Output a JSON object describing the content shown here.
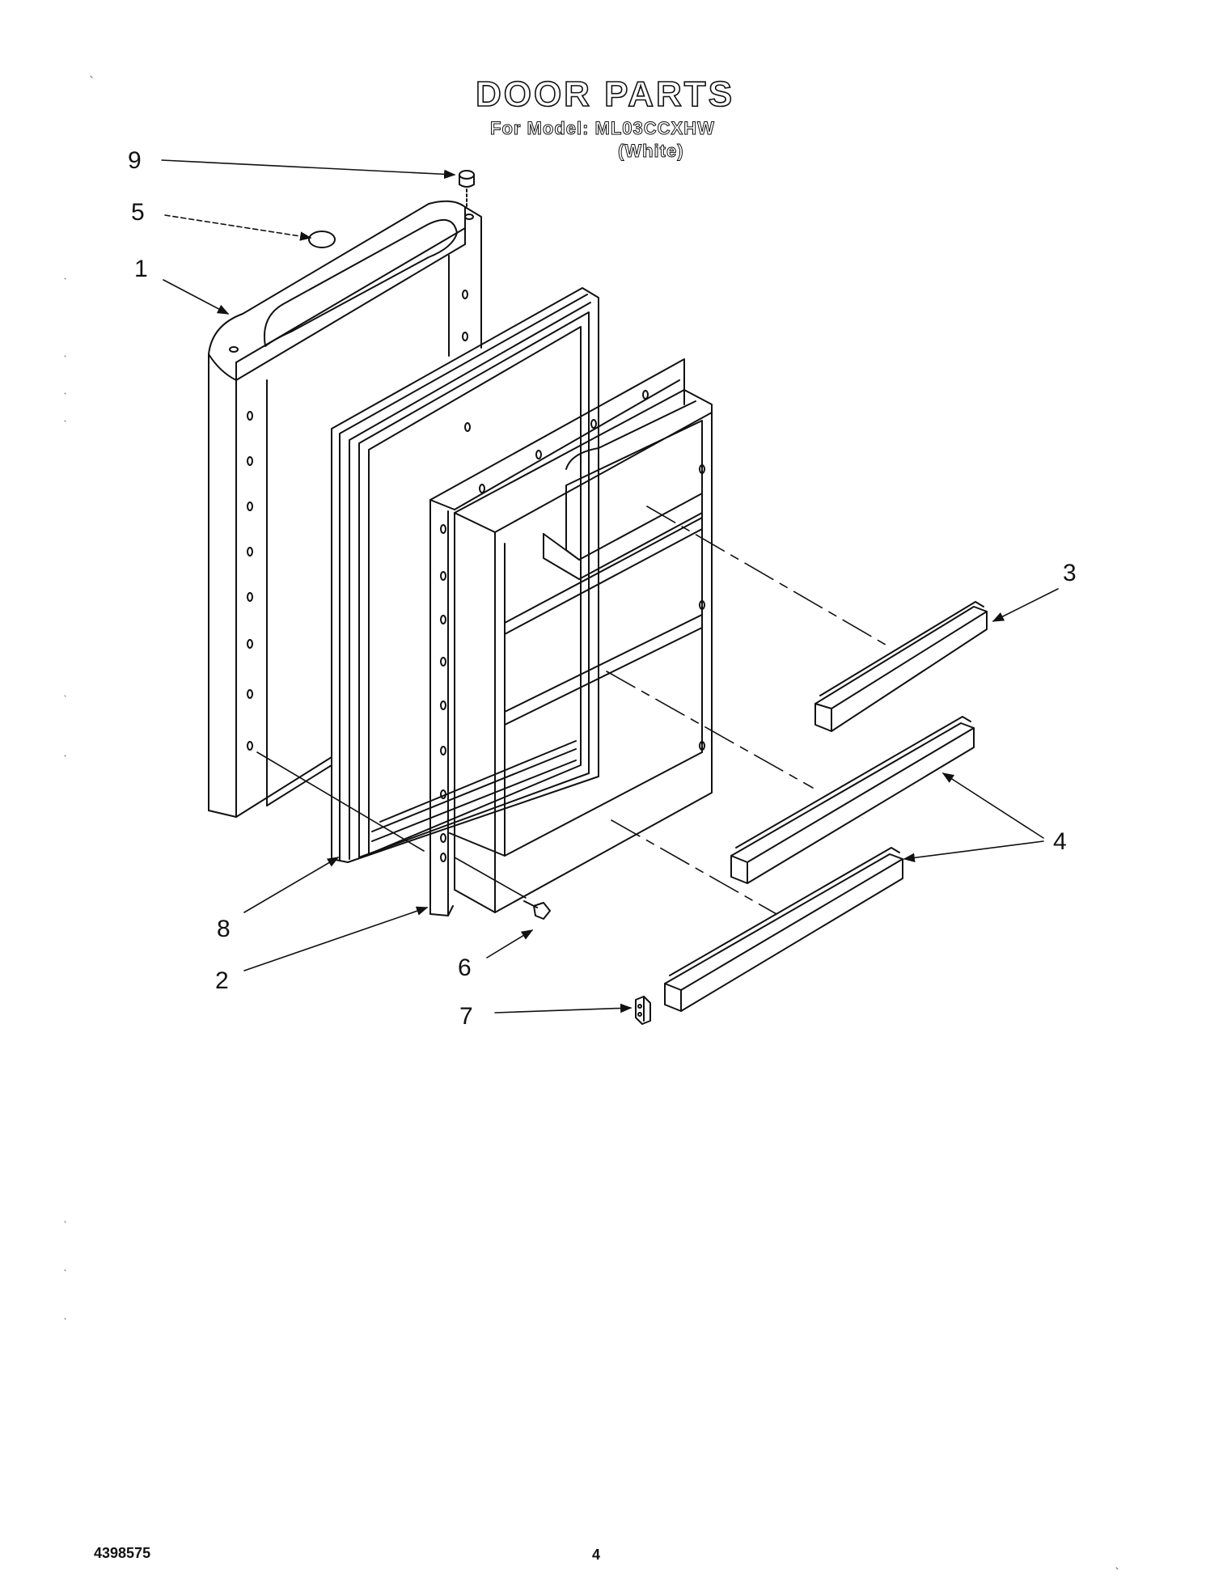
{
  "header": {
    "title": "DOOR PARTS",
    "model_line": "For Model: ML03CCXHW",
    "color_line": "(White)"
  },
  "callouts": [
    {
      "id": "9",
      "label": "9"
    },
    {
      "id": "5",
      "label": "5"
    },
    {
      "id": "1",
      "label": "1"
    },
    {
      "id": "3",
      "label": "3"
    },
    {
      "id": "4",
      "label": "4"
    },
    {
      "id": "8",
      "label": "8"
    },
    {
      "id": "2",
      "label": "2"
    },
    {
      "id": "6",
      "label": "6"
    },
    {
      "id": "7",
      "label": "7"
    }
  ],
  "footer": {
    "doc_number": "4398575",
    "page_number": "4"
  }
}
